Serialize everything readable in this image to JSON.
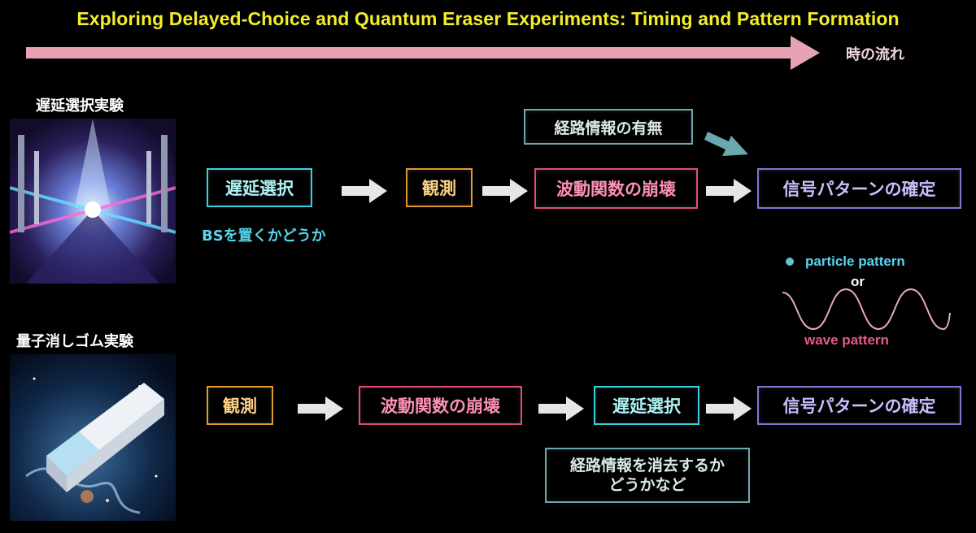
{
  "title": "Exploring Delayed-Choice and Quantum Eraser Experiments: Timing and Pattern Formation",
  "timeline": {
    "label": "時の流れ"
  },
  "delayed_choice": {
    "label": "遅延選択実験",
    "steps": [
      "遅延選択",
      "観測",
      "波動関数の崩壊",
      "信号パターンの確定"
    ],
    "note": "BSを置くかどうか",
    "path_info_label": "経路情報の有無"
  },
  "legend": {
    "particle": "particle pattern",
    "or": "or",
    "wave": "wave pattern"
  },
  "quantum_eraser": {
    "label": "量子消しゴム実験",
    "steps": [
      "観測",
      "波動関数の崩壊",
      "遅延選択",
      "信号パターンの確定"
    ],
    "note_line1": "経路情報を消去するか",
    "note_line2": "どうかなど"
  },
  "colors": {
    "title": "#f3ee2a",
    "timeline_arrow": "#e8a3b3",
    "cyan": "#39d1e0",
    "orange": "#e19a2a",
    "pink": "#e14a80",
    "purple": "#8375d8",
    "wave": "#e6aab8"
  }
}
